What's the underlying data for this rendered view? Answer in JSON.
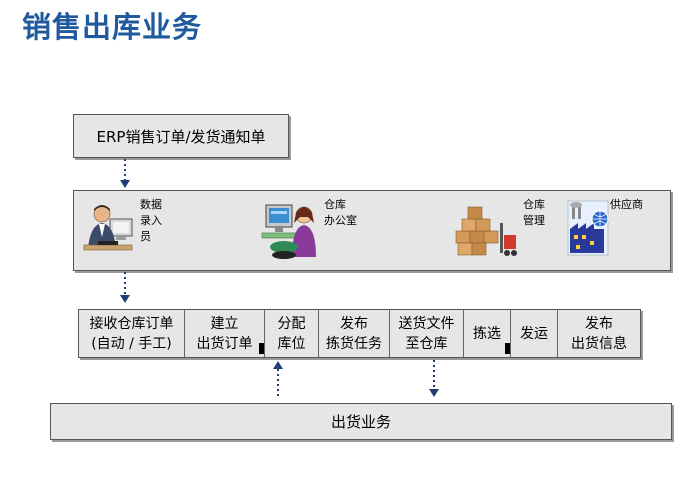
{
  "title": "销售出库业务",
  "erp": {
    "label": "ERP销售订单/发货通知单"
  },
  "actors": [
    {
      "label": "数据\n录入\n员",
      "icon": "data-entry-clerk-icon"
    },
    {
      "label": "仓库\n办公室",
      "icon": "warehouse-office-icon"
    },
    {
      "label": "仓库\n管理",
      "icon": "warehouse-management-icon"
    },
    {
      "label": "供应商",
      "icon": "supplier-icon"
    }
  ],
  "steps": [
    {
      "label": "接收仓库订单\n(自动 / 手工)",
      "marker": false
    },
    {
      "label": "建立\n出货订单",
      "marker": true
    },
    {
      "label": "分配\n库位",
      "marker": false
    },
    {
      "label": "发布\n拣货任务",
      "marker": false
    },
    {
      "label": "送货文件\n至仓库",
      "marker": false
    },
    {
      "label": "拣选",
      "marker": true
    },
    {
      "label": "发运",
      "marker": false
    },
    {
      "label": "发布\n出货信息",
      "marker": false
    }
  ],
  "bottom": {
    "label": "出货业务"
  },
  "colors": {
    "title": "#1f5a9e",
    "box_fill": "#e6e6e6",
    "arrow": "#1f3f73"
  }
}
